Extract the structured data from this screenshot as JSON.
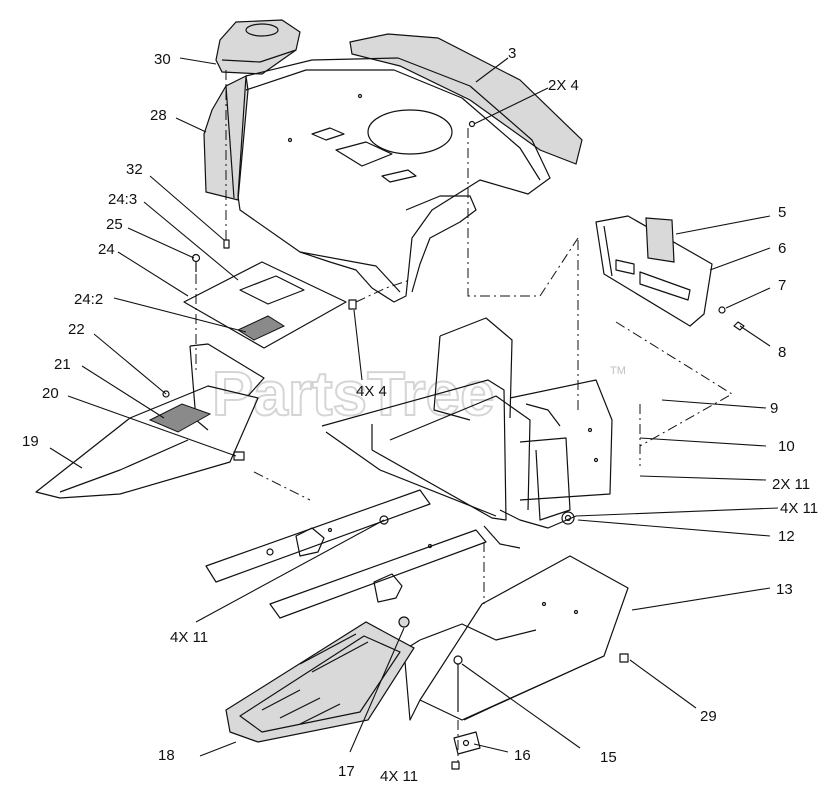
{
  "watermark": {
    "text": "PartsTree",
    "trademark": "TM"
  },
  "callouts": {
    "c30": "30",
    "c3": "3",
    "c2x4": "2X 4",
    "c28": "28",
    "c32": "32",
    "c24_3": "24:3",
    "c25": "25",
    "c24": "24",
    "c24_2": "24:2",
    "c5": "5",
    "c6": "6",
    "c7": "7",
    "c8": "8",
    "c4x4": "4X 4",
    "c22": "22",
    "c21": "21",
    "c20": "20",
    "c19": "19",
    "c9": "9",
    "c10": "10",
    "c2x11": "2X 11",
    "c4x11a": "4X 11",
    "c12": "12",
    "c13": "13",
    "c4x11b": "4X 11",
    "c29": "29",
    "c18": "18",
    "c17": "17",
    "c4x11c": "4X 11",
    "c16": "16",
    "c15": "15"
  }
}
